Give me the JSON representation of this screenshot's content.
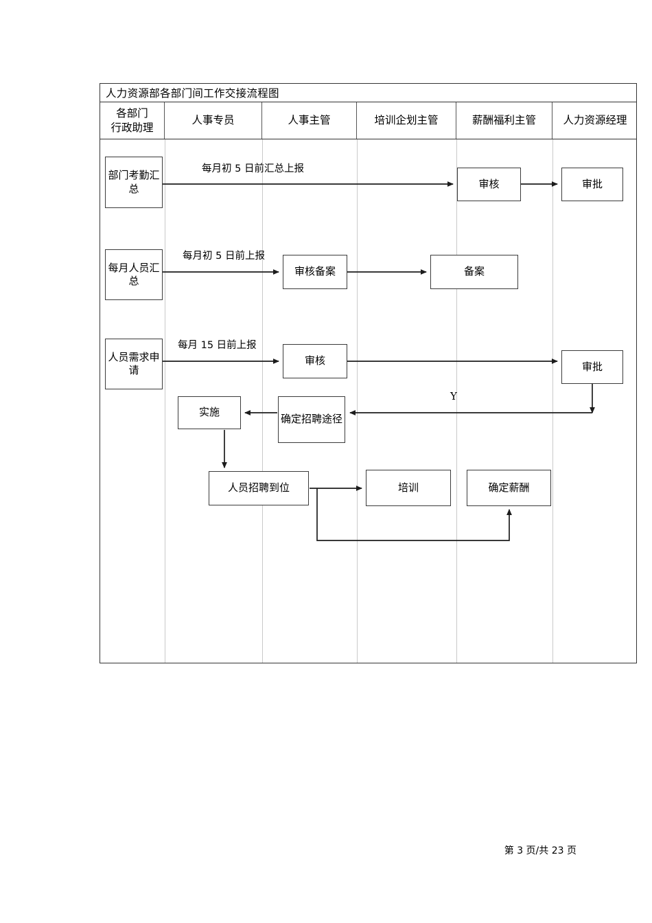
{
  "document": {
    "title": "人力资源部各部门间工作交接流程图",
    "footer": "第 3 页/共 23 页"
  },
  "columns": [
    {
      "id": "admin-assistant",
      "label_line1": "各部门",
      "label_line2": "行政助理"
    },
    {
      "id": "hr-specialist",
      "label_line1": "人事专员",
      "label_line2": ""
    },
    {
      "id": "hr-supervisor",
      "label_line1": "人事主管",
      "label_line2": ""
    },
    {
      "id": "training-planning-supervisor",
      "label_line1": "培训企划主管",
      "label_line2": ""
    },
    {
      "id": "compensation-benefits-supervisor",
      "label_line1": "薪酬福利主管",
      "label_line2": ""
    },
    {
      "id": "hr-manager",
      "label_line1": "人力资源经理",
      "label_line2": ""
    }
  ],
  "nodes": {
    "attendance_summary": "部门考勤汇总",
    "attendance_review": "审核",
    "attendance_approve": "审批",
    "monthly_staff_summary": "每月人员汇总",
    "review_and_file": "审核备案",
    "filing": "备案",
    "staffing_request": "人员需求申请",
    "request_review": "审核",
    "request_approve": "审批",
    "implement": "实施",
    "determine_channel": "确定招聘途径",
    "recruitment_complete": "人员招聘到位",
    "training": "培训",
    "determine_salary": "确定薪酬"
  },
  "edge_labels": {
    "attendance_report": "每月初 5 日前汇总上报",
    "staff_report": "每月初 5 日前上报",
    "request_report": "每月 15 日前上报",
    "yes_branch": "Y"
  }
}
